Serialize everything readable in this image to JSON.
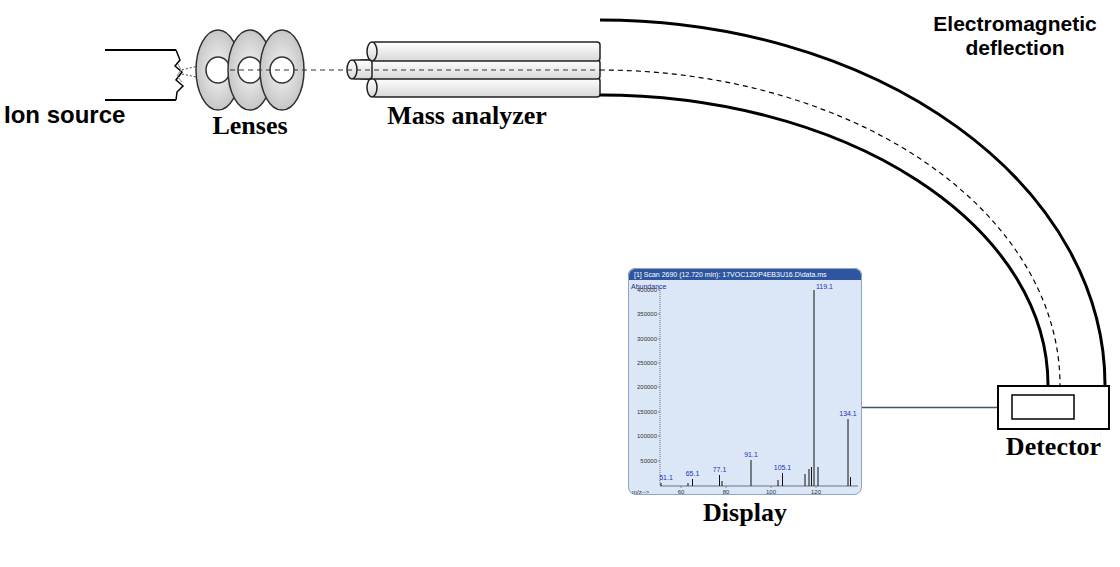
{
  "diagram": {
    "nodes": [
      {
        "text": [
          "Display"
        ]
      },
      {
        "text": [
          "Detector"
        ]
      }
    ],
    "edges": [
      {
        "from": 0,
        "to": 1,
        "arrow": "none"
      }
    ],
    "labels": [
      "Ion source",
      "Lenses",
      "Mass analyzer",
      "Electromagnetic deflection",
      "[1] Scan 2690 (12.720 min): 17VOC12DP4EB3U16.D\\data.ms",
      "Abundance",
      "400000",
      "350000",
      "300000",
      "250000",
      "200000",
      "150000",
      "100000",
      "50000",
      "51.1",
      "65.1",
      "77.1",
      "91.1",
      "105.1",
      "119.1",
      "134.1",
      "60",
      "80",
      "100",
      "120",
      "m/z-->"
    ]
  }
}
